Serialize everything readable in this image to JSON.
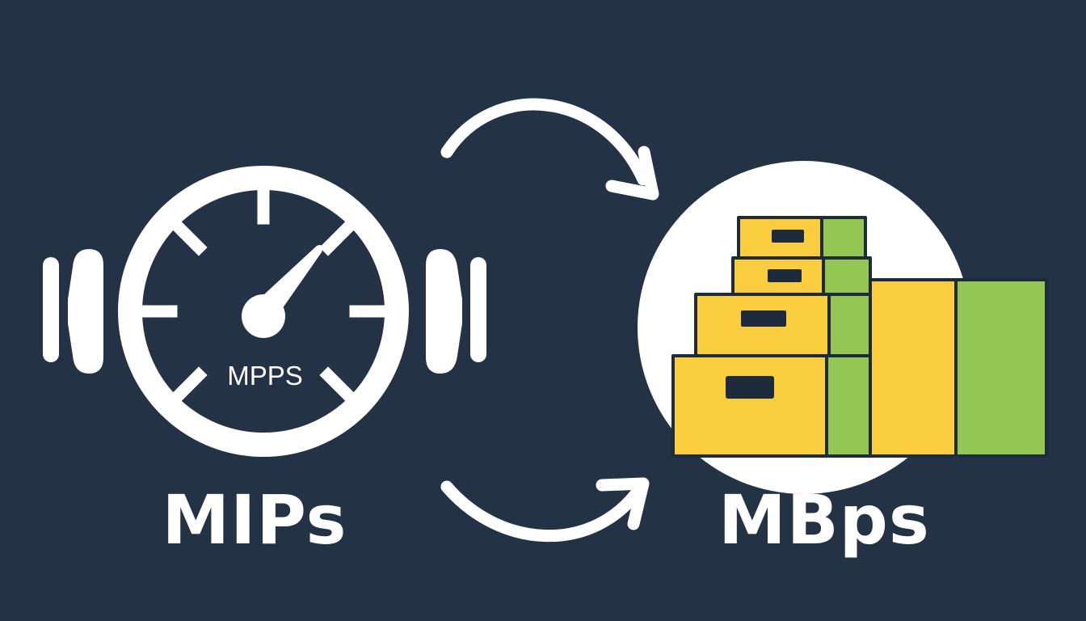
{
  "labels": {
    "left": "MIPs",
    "right": "MBps",
    "gauge_text": "MPPS"
  },
  "colors": {
    "background": "#233345",
    "foreground": "#ffffff",
    "box_yellow": "#f9cd3d",
    "box_green": "#93c653",
    "box_outline": "#1e2b3a"
  },
  "icons": {
    "left": "speedometer-icon",
    "right": "stacked-boxes-icon",
    "top_arrow": "curved-arrow-right-icon",
    "bottom_arrow": "curved-arrow-right-icon"
  }
}
